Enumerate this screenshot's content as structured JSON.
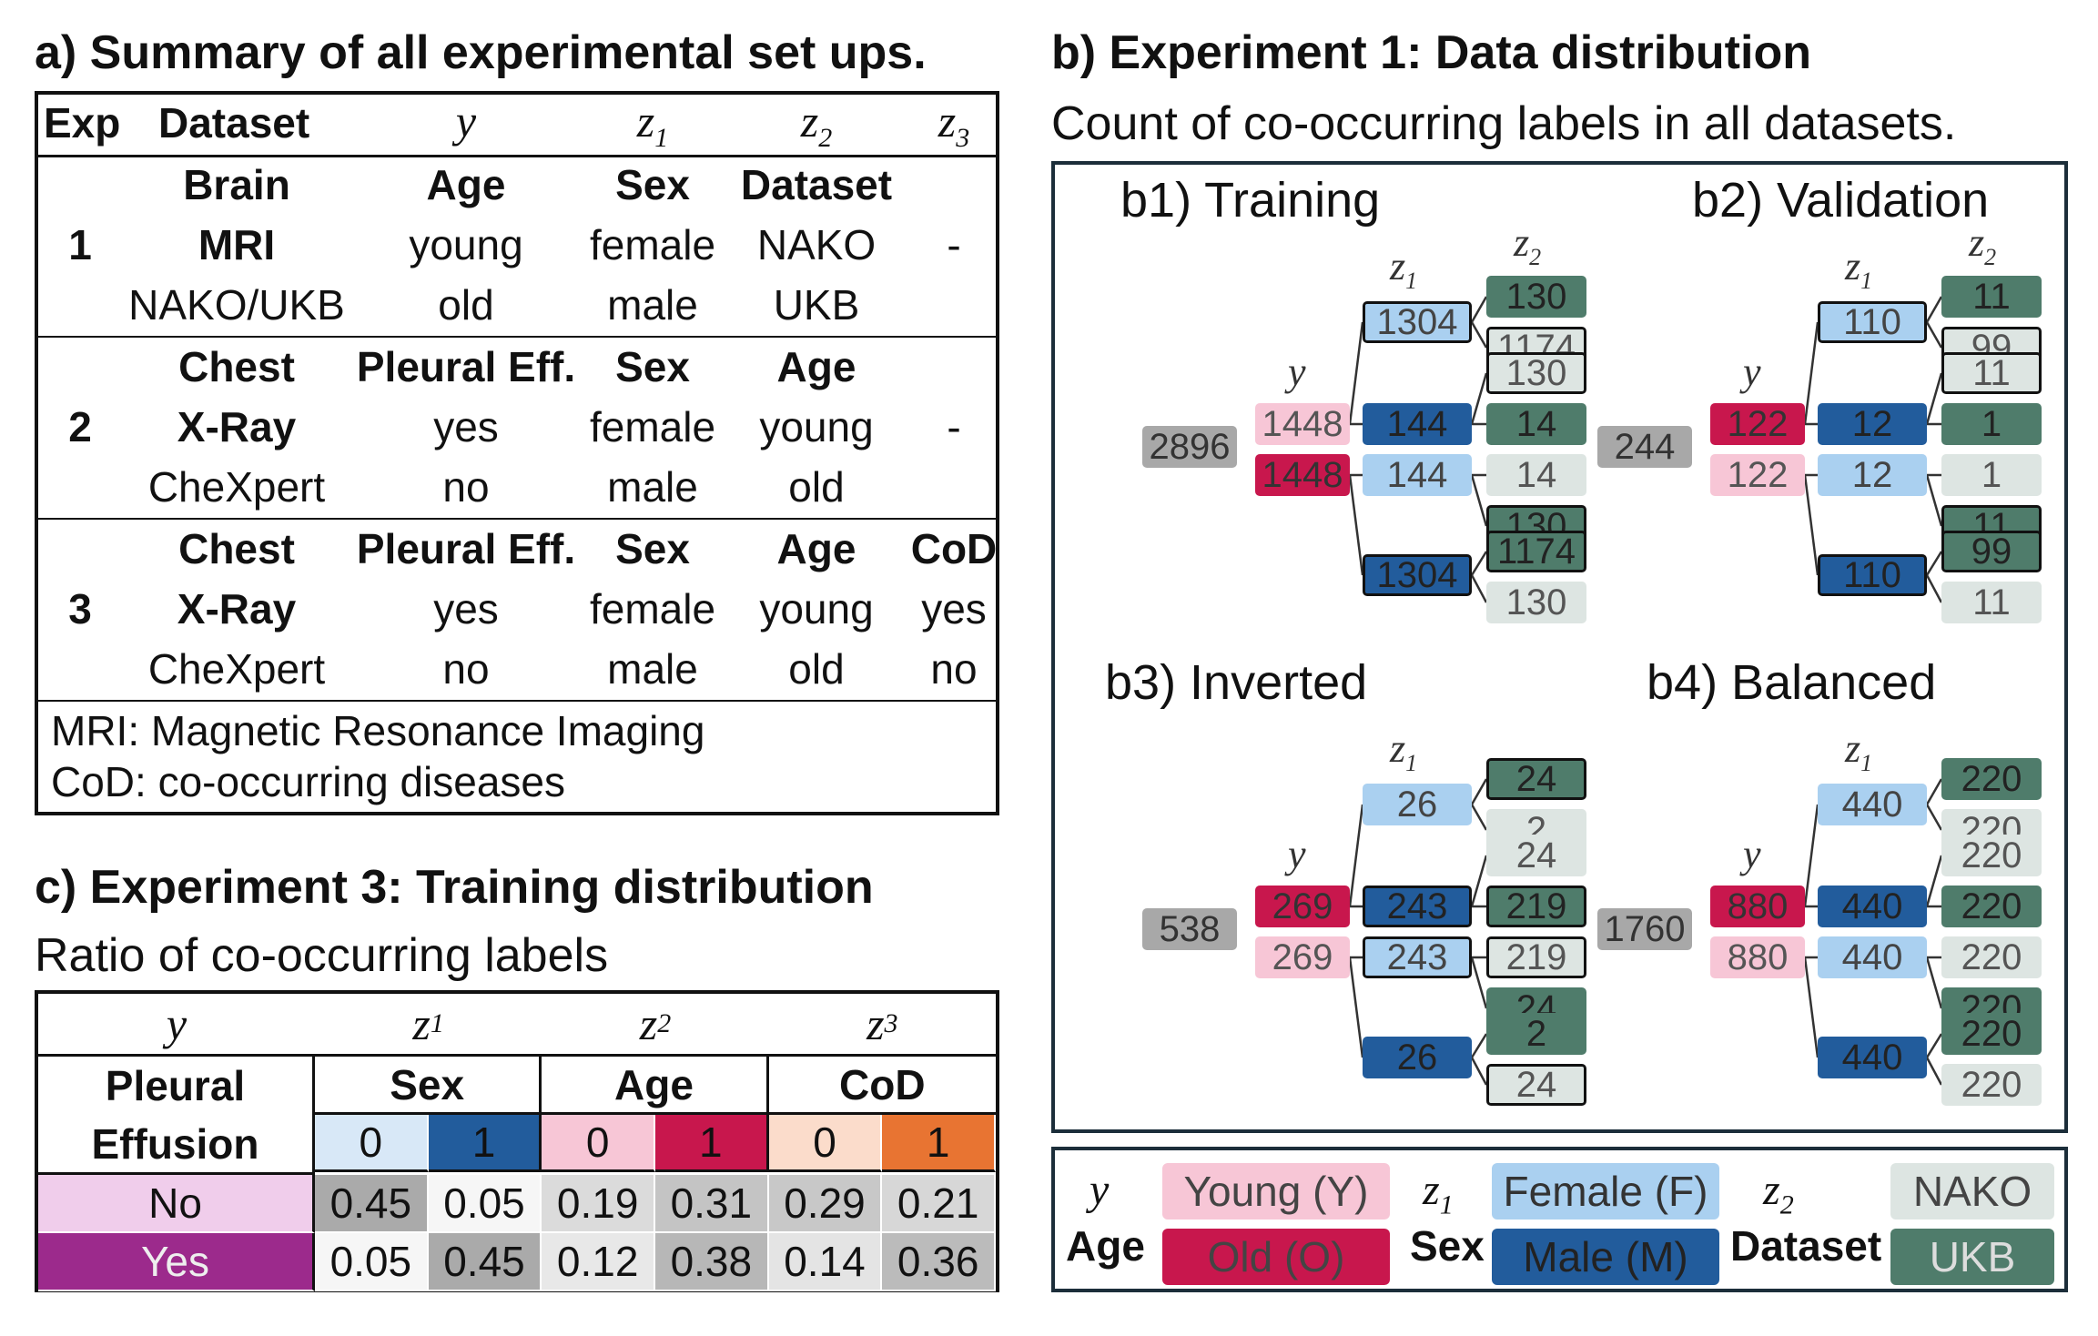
{
  "panel_a": {
    "title": "a) Summary of all experimental set ups.",
    "headers": [
      "Exp",
      "Dataset",
      "y",
      "z",
      "z",
      "z"
    ],
    "header_subs": [
      "1",
      "2",
      "3"
    ],
    "rows": [
      {
        "exp": "1",
        "dataset": [
          "Brain",
          "MRI",
          "NAKO/UKB"
        ],
        "y": [
          "Age",
          "young",
          "old"
        ],
        "z1": [
          "Sex",
          "female",
          "male"
        ],
        "z2": [
          "Dataset",
          "NAKO",
          "UKB"
        ],
        "z3": [
          "",
          "-",
          ""
        ]
      },
      {
        "exp": "2",
        "dataset": [
          "Chest",
          "X-Ray",
          "CheXpert"
        ],
        "y": [
          "Pleural Eff.",
          "yes",
          "no"
        ],
        "z1": [
          "Sex",
          "female",
          "male"
        ],
        "z2": [
          "Age",
          "young",
          "old"
        ],
        "z3": [
          "",
          "-",
          ""
        ]
      },
      {
        "exp": "3",
        "dataset": [
          "Chest",
          "X-Ray",
          "CheXpert"
        ],
        "y": [
          "Pleural Eff.",
          "yes",
          "no"
        ],
        "z1": [
          "Sex",
          "female",
          "male"
        ],
        "z2": [
          "Age",
          "young",
          "old"
        ],
        "z3": [
          "CoD",
          "yes",
          "no"
        ]
      }
    ],
    "notes": [
      "MRI: Magnetic Resonance Imaging",
      "CoD: co-occurring diseases"
    ]
  },
  "panel_b": {
    "title": "b) Experiment 1: Data distribution",
    "subtitle": "Count of co-occurring labels in all datasets.",
    "trees": [
      {
        "title": "b1) Training",
        "total": "2896",
        "y": [
          "1448",
          "1448"
        ],
        "z1": [
          "1304",
          "144",
          "144",
          "1304"
        ],
        "z2": [
          "130",
          "1174",
          "130",
          "14",
          "14",
          "130",
          "1174",
          "130"
        ]
      },
      {
        "title": "b2) Validation",
        "total": "244",
        "y": [
          "122",
          "122"
        ],
        "z1": [
          "110",
          "12",
          "12",
          "110"
        ],
        "z2": [
          "11",
          "99",
          "11",
          "1",
          "1",
          "11",
          "99",
          "11"
        ]
      },
      {
        "title": "b3) Inverted",
        "total": "538",
        "y": [
          "269",
          "269"
        ],
        "z1": [
          "26",
          "243",
          "243",
          "26"
        ],
        "z2": [
          "24",
          "2",
          "24",
          "219",
          "219",
          "24",
          "2",
          "24"
        ]
      },
      {
        "title": "b4) Balanced",
        "total": "1760",
        "y": [
          "880",
          "880"
        ],
        "z1": [
          "440",
          "440",
          "440",
          "440"
        ],
        "z2": [
          "220",
          "220",
          "220",
          "220",
          "220",
          "220",
          "220",
          "220"
        ]
      }
    ],
    "tree_labels": {
      "y": "y",
      "z1": "z",
      "z1_sub": "1",
      "z2": "z",
      "z2_sub": "2"
    },
    "legend": {
      "y_symbol": "y",
      "y_name": "Age",
      "y_items": [
        "Young (Y)",
        "Old (O)"
      ],
      "z1_symbol": "z",
      "z1_sub": "1",
      "z1_name": "Sex",
      "z1_items": [
        "Female (F)",
        "Male (M)"
      ],
      "z2_symbol": "z",
      "z2_sub": "2",
      "z2_name": "Dataset",
      "z2_items": [
        "NAKO",
        "UKB"
      ]
    },
    "colors": {
      "young": "#f7c6d6",
      "old": "#c8174d",
      "female": "#aad0f0",
      "male": "#225c9c",
      "nako": "#dde5e2",
      "ukb": "#4f7c6b",
      "total": "#a8a8a8"
    }
  },
  "panel_c": {
    "title": "c) Experiment 3: Training distribution",
    "subtitle": "Ratio of co-occurring labels",
    "header_symbols": [
      "y",
      "z",
      "z",
      "z"
    ],
    "header_subs": [
      "1",
      "2",
      "3"
    ],
    "row_header": [
      "Pleural",
      "Effusion"
    ],
    "groups": [
      "Sex",
      "Age",
      "CoD"
    ],
    "levels": [
      "0",
      "1",
      "0",
      "1",
      "0",
      "1"
    ],
    "rows": [
      {
        "label": "No",
        "values": [
          "0.45",
          "0.05",
          "0.19",
          "0.31",
          "0.29",
          "0.21"
        ]
      },
      {
        "label": "Yes",
        "values": [
          "0.05",
          "0.45",
          "0.12",
          "0.38",
          "0.14",
          "0.36"
        ]
      }
    ],
    "level_colors": [
      "#d8e8f7",
      "#225c9c",
      "#f7c6d6",
      "#c8174d",
      "#fbdccb",
      "#e87432"
    ],
    "row_colors": [
      "#f0cdeb",
      "#9c2a8c"
    ]
  }
}
